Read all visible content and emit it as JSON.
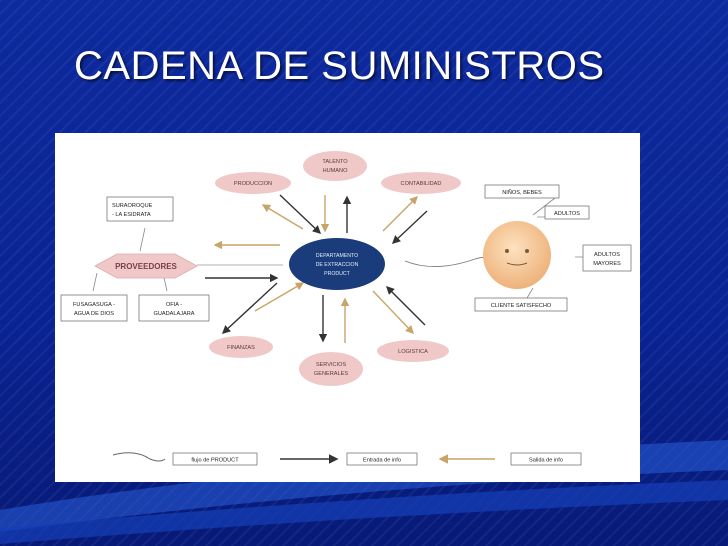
{
  "slide": {
    "title": "CADENA DE SUMINISTROS"
  },
  "diagram": {
    "center": [
      "DEPARTAMENTO",
      "DE EXTRACCION",
      "PRODUCT"
    ],
    "nodes": {
      "talento": [
        "TALENTO",
        "HUMANO"
      ],
      "produccion": "PRODUCCION",
      "contabilidad": "CONTABILIDAD",
      "finanzas": "FINANZAS",
      "servicios": [
        "SERVICIOS",
        "GENERALES"
      ],
      "logistica": "LOGISTICA",
      "proveedores": "PROVEEDORES",
      "ninos": "NIÑOS, BEBES",
      "adultos": "ADULTOS",
      "adultos_mayores": [
        "ADULTOS",
        "MAYORES"
      ],
      "cliente": "CLIENTE SATISFECHO",
      "supplier1": [
        "SURAOROQUE",
        "- LA ESIDRATA"
      ],
      "supplier2": [
        "FUSAGASUGA -",
        "AGUA DE DIOS"
      ],
      "supplier3": [
        "OFIA -",
        "GUADALAJARA"
      ]
    },
    "legend": [
      "flujo de PRODUCT",
      "Entrada de info",
      "Salida de info"
    ]
  },
  "colors": {
    "background": "#0b1f8a",
    "node_fill": "#f0c8c8",
    "center_fill": "#1b3c7a",
    "face": "#f4c48c"
  }
}
